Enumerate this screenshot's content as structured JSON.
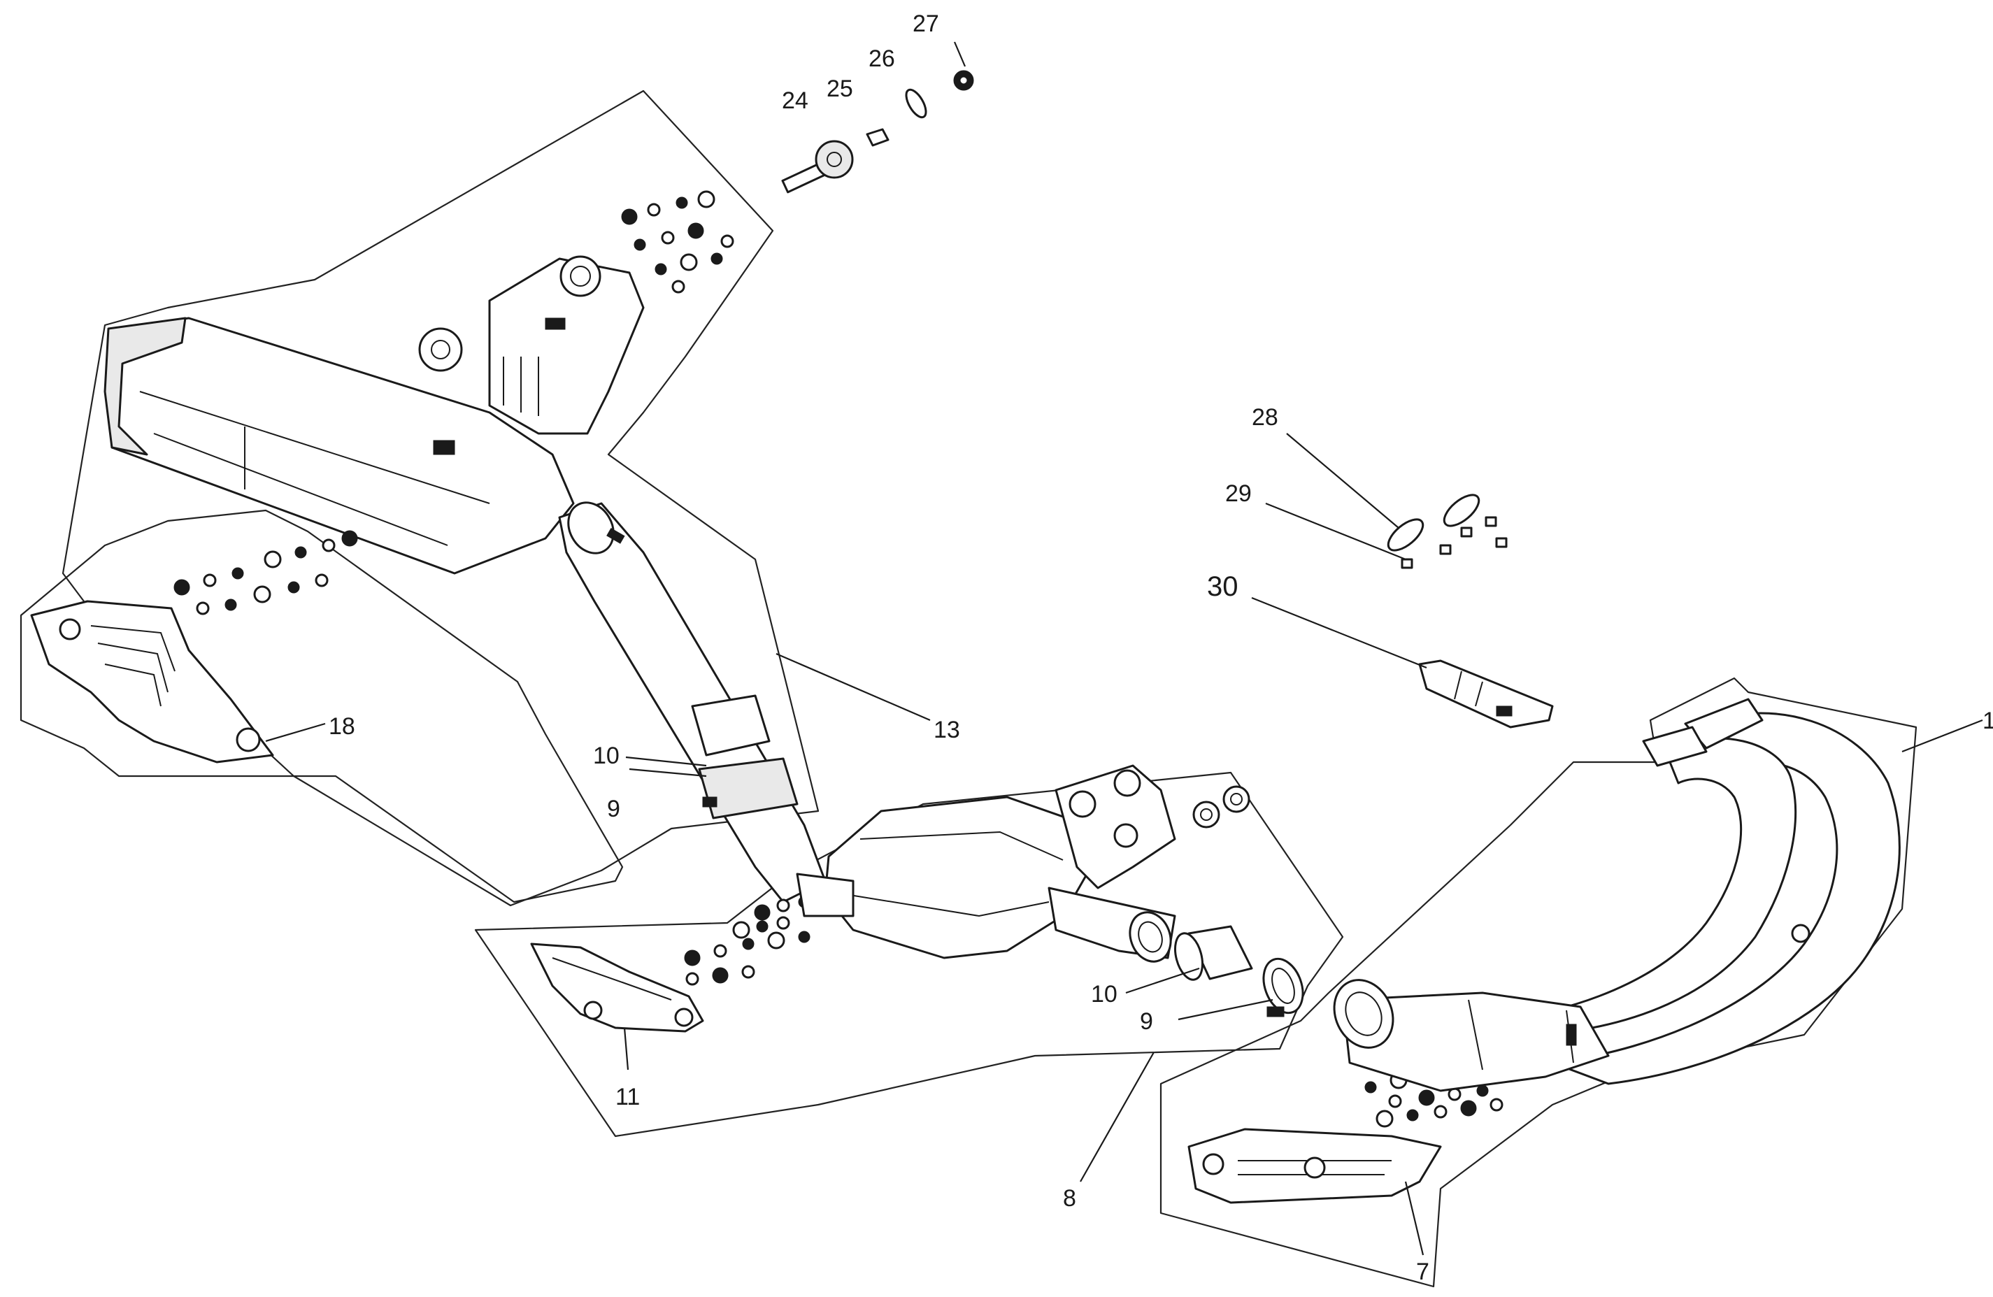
{
  "diagram": {
    "callouts": [
      {
        "id": "1",
        "label": "1"
      },
      {
        "id": "7",
        "label": "7"
      },
      {
        "id": "8",
        "label": "8"
      },
      {
        "id": "9a",
        "label": "9"
      },
      {
        "id": "9b",
        "label": "9"
      },
      {
        "id": "10a",
        "label": "10"
      },
      {
        "id": "10b",
        "label": "10"
      },
      {
        "id": "11",
        "label": "11"
      },
      {
        "id": "13",
        "label": "13"
      },
      {
        "id": "18",
        "label": "18"
      },
      {
        "id": "24",
        "label": "24"
      },
      {
        "id": "25",
        "label": "25"
      },
      {
        "id": "26",
        "label": "26"
      },
      {
        "id": "27",
        "label": "27"
      },
      {
        "id": "28",
        "label": "28"
      },
      {
        "id": "29",
        "label": "29"
      },
      {
        "id": "30",
        "label": "30"
      }
    ]
  }
}
